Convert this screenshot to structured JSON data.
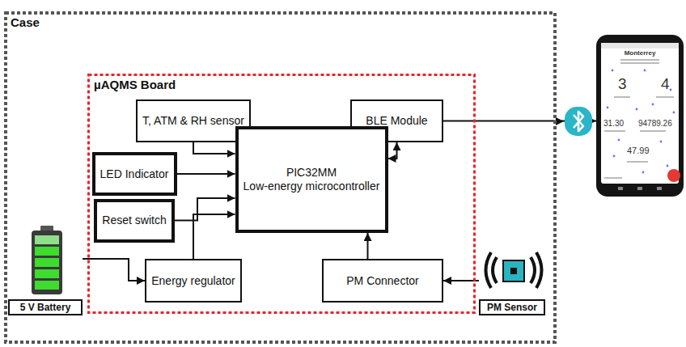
{
  "diagram": {
    "nodes": [
      {
        "text": [
          "Case"
        ]
      },
      {
        "text": [
          "µAQMS Board"
        ],
        "in": 0
      },
      {
        "text": [
          "T, ATM & RH sensor"
        ],
        "in": 1
      },
      {
        "text": [
          "BLE Module"
        ],
        "in": 1
      },
      {
        "text": [
          "LED Indicator"
        ],
        "in": 1
      },
      {
        "text": [
          "PIC32MM",
          "Low-energy microcontroller"
        ],
        "in": 1
      },
      {
        "text": [
          "Reset switch"
        ],
        "in": 1
      },
      {
        "text": [
          "Energy regulator"
        ],
        "in": 1
      },
      {
        "text": [
          "PM Connector"
        ],
        "in": 1
      },
      {
        "text": [
          "5 V Battery"
        ],
        "in": 0
      },
      {
        "text": [
          "PM Sensor"
        ],
        "in": 0
      },
      {
        "text": [
          "Monterrey",
          "3",
          "4",
          "31.30",
          "94789.26",
          "47.99"
        ]
      }
    ],
    "edges": [
      {
        "from": 2,
        "to": 5,
        "arrow": "to"
      },
      {
        "from": 4,
        "to": 5,
        "arrow": "to"
      },
      {
        "from": 6,
        "to": 5,
        "arrow": "to"
      },
      {
        "from": 7,
        "to": 5,
        "arrow": "to"
      },
      {
        "from": 3,
        "to": 5,
        "arrow": "both"
      },
      {
        "from": 8,
        "to": 5,
        "arrow": "to"
      },
      {
        "from": 10,
        "to": 8,
        "arrow": "to"
      },
      {
        "from": 9,
        "to": 7,
        "arrow": "to"
      },
      {
        "from": 3,
        "to": 11,
        "arrow": "to"
      }
    ]
  }
}
